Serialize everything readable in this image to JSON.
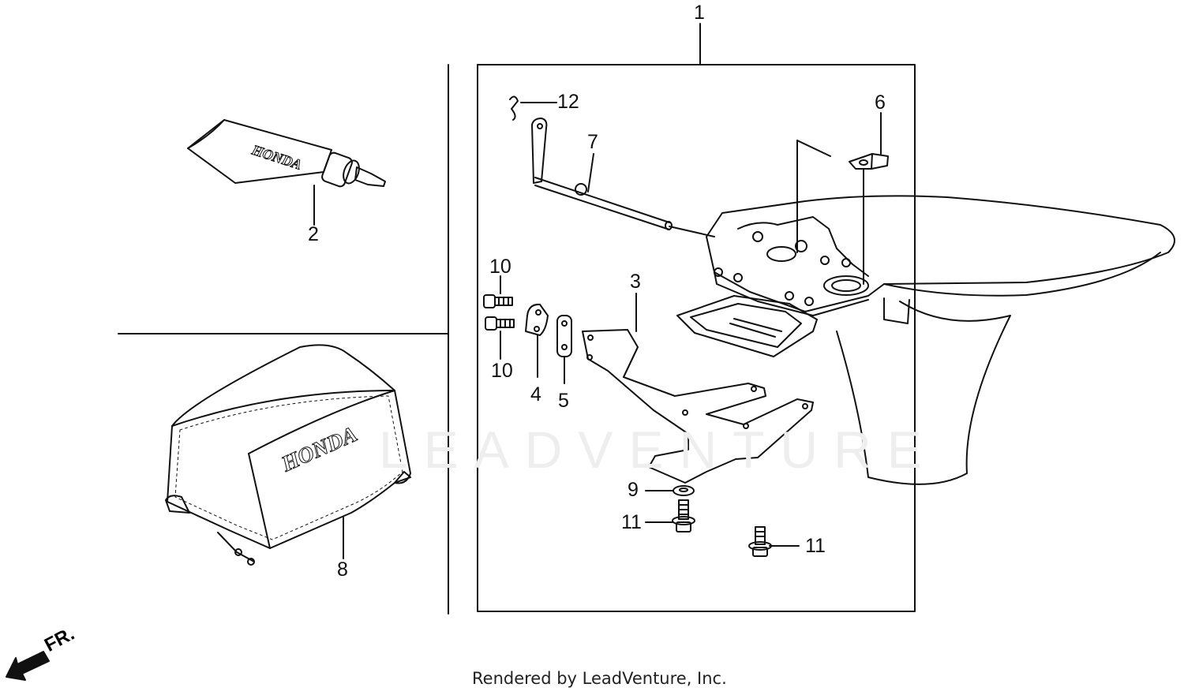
{
  "callouts": {
    "c1": "1",
    "c2": "2",
    "c3": "3",
    "c4": "4",
    "c5": "5",
    "c6": "6",
    "c7": "7",
    "c8": "8",
    "c9": "9",
    "c10a": "10",
    "c10b": "10",
    "c11a": "11",
    "c11b": "11",
    "c12": "12"
  },
  "brand_text": "HONDA",
  "direction_label": "FR.",
  "watermark": "LEADVENTURE",
  "credit": "Rendered by LeadVenture, Inc.",
  "colors": {
    "line": "#111111",
    "watermark": "#eeeeee",
    "background": "#ffffff"
  }
}
